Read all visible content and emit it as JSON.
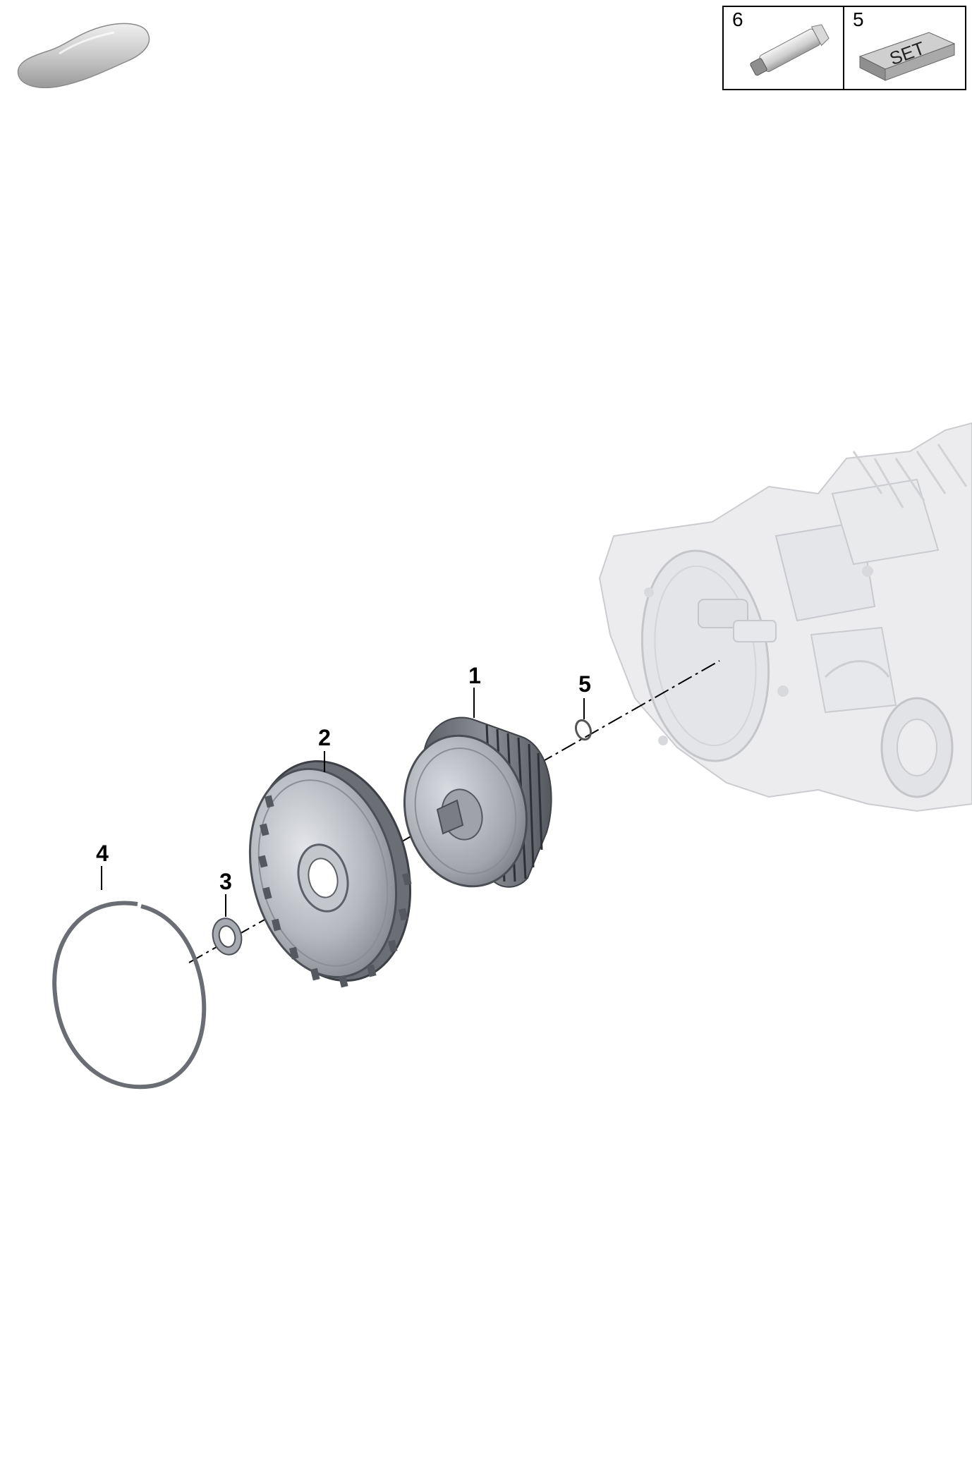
{
  "legend": {
    "items": [
      {
        "number": "6",
        "icon": "grease-tube-icon"
      },
      {
        "number": "5",
        "icon": "set-box-icon",
        "box_text": "SET"
      }
    ]
  },
  "callouts": [
    {
      "id": "1",
      "label": "1"
    },
    {
      "id": "2",
      "label": "2"
    },
    {
      "id": "3",
      "label": "3"
    },
    {
      "id": "4",
      "label": "4"
    },
    {
      "id": "5",
      "label": "5"
    }
  ],
  "colors": {
    "part_dark": "#6f7278",
    "part_mid": "#a9acb2",
    "part_light": "#d9dbdf",
    "ghost": "#e9e9ec",
    "ghost_line": "#c8c9ce"
  }
}
